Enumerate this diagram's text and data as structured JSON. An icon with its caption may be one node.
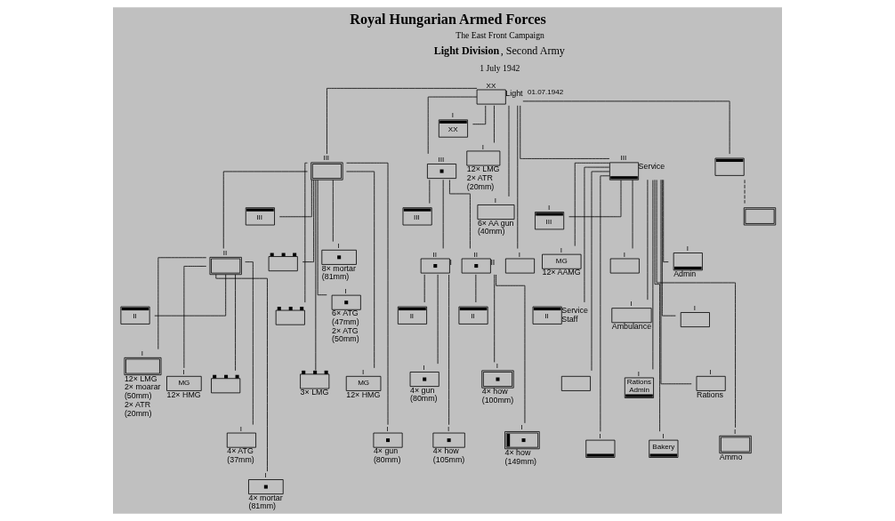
{
  "diagram": {
    "title": "Royal Hungarian Armed Forces",
    "nodes": [
      {
        "text": [
          "XX"
        ],
        "beside": [
          "Light"
        ]
      },
      {
        "text": [
          "I",
          "XX"
        ]
      },
      {
        "text": [
          "III"
        ]
      },
      {
        "text": [
          "III"
        ]
      },
      {
        "text": [
          "I"
        ],
        "beside": [
          "12× LMG 2× ATR (20mm)"
        ]
      },
      {
        "text": [
          "I"
        ],
        "beside": [
          "6× AA gun (40mm)"
        ]
      },
      {
        "text": [
          "I"
        ]
      },
      {
        "text": [
          "III"
        ],
        "beside": [
          "Service"
        ]
      },
      {
        "text": [],
        "shape": "box"
      },
      {
        "text": [],
        "shape": "box"
      },
      {
        "text": [
          "III"
        ]
      },
      {
        "text": [
          "II"
        ]
      },
      {
        "text": [],
        "shape": "box"
      },
      {
        "text": [],
        "shape": "box"
      },
      {
        "text": [],
        "shape": "box",
        "beside": [
          "3× LMG"
        ]
      },
      {
        "text": [
          "I"
        ],
        "beside": [
          "8× mortar (81mm)"
        ]
      },
      {
        "text": [
          "I"
        ],
        "beside": [
          "6× ATG (47mm) 2× ATG (50mm)"
        ]
      },
      {
        "text": [
          "I",
          "MG"
        ],
        "beside": [
          "12× HMG"
        ]
      },
      {
        "text": [
          "I"
        ],
        "beside": [
          "4× gun (80mm)"
        ]
      },
      {
        "text": [
          "II"
        ]
      },
      {
        "text": [
          "I"
        ],
        "beside": [
          "12× LMG 2× moarar (50mm) 2× ATR (20mm)"
        ]
      },
      {
        "text": [
          "I",
          "MG"
        ],
        "beside": [
          "12× HMG"
        ]
      },
      {
        "text": [],
        "shape": "box"
      },
      {
        "text": [
          "I"
        ],
        "beside": [
          "4× ATG (37mm)"
        ]
      },
      {
        "text": [
          "I"
        ],
        "beside": [
          "4× mortar (81mm)"
        ]
      },
      {
        "text": [
          "III"
        ]
      },
      {
        "text": [
          "II"
        ],
        "beside": [
          "I"
        ]
      },
      {
        "text": [
          "II"
        ],
        "beside": [
          "II"
        ]
      },
      {
        "text": [
          "II"
        ]
      },
      {
        "text": [
          "I"
        ],
        "beside": [
          "4× gun (80mm)"
        ]
      },
      {
        "text": [
          "I"
        ],
        "beside": [
          "4× how (105mm)"
        ]
      },
      {
        "text": [
          "II"
        ]
      },
      {
        "text": [
          "I"
        ],
        "beside": [
          "4× how (100mm)"
        ]
      },
      {
        "text": [
          "I"
        ],
        "beside": [
          "4× how (149mm)"
        ]
      },
      {
        "text": [
          "I",
          "III"
        ]
      },
      {
        "text": [
          "I",
          "MG"
        ],
        "beside": [
          "12× AAMG"
        ]
      },
      {
        "text": [
          "II"
        ],
        "beside": [
          "Service Staff"
        ]
      },
      {
        "text": [],
        "shape": "box"
      },
      {
        "text": [
          "I"
        ]
      },
      {
        "text": [
          "I"
        ]
      },
      {
        "text": [
          "I"
        ],
        "beside": [
          "Ambulance"
        ]
      },
      {
        "text": [
          "I",
          "Rations Admin"
        ]
      },
      {
        "text": [
          "I",
          "Bakery"
        ]
      },
      {
        "text": [
          "I"
        ],
        "beside": [
          "Admin"
        ]
      },
      {
        "text": [
          "I"
        ]
      },
      {
        "text": [
          "I"
        ],
        "beside": [
          "Rations"
        ]
      },
      {
        "text": [
          "I"
        ],
        "beside": [
          "Ammo"
        ]
      }
    ],
    "edges": [
      {
        "from": 0,
        "to": 1,
        "arrow": "none"
      },
      {
        "from": 0,
        "to": 2,
        "arrow": "none"
      },
      {
        "from": 0,
        "to": 3,
        "arrow": "none"
      },
      {
        "from": 0,
        "to": 4,
        "arrow": "none"
      },
      {
        "from": 0,
        "to": 5,
        "arrow": "none"
      },
      {
        "from": 0,
        "to": 6,
        "arrow": "none"
      },
      {
        "from": 0,
        "to": 7,
        "arrow": "none"
      },
      {
        "from": 0,
        "to": 8,
        "arrow": "none"
      },
      {
        "from": 8,
        "to": 9,
        "arrow": "none",
        "style": "dashed"
      },
      {
        "from": 2,
        "to": 10,
        "arrow": "none"
      },
      {
        "from": 2,
        "to": 11,
        "arrow": "none"
      },
      {
        "from": 2,
        "to": 12,
        "arrow": "none"
      },
      {
        "from": 2,
        "to": 13,
        "arrow": "none"
      },
      {
        "from": 2,
        "to": 14,
        "arrow": "none"
      },
      {
        "from": 2,
        "to": 15,
        "arrow": "none"
      },
      {
        "from": 2,
        "to": 16,
        "arrow": "none"
      },
      {
        "from": 2,
        "to": 17,
        "arrow": "none"
      },
      {
        "from": 2,
        "to": 18,
        "arrow": "none"
      },
      {
        "from": 11,
        "to": 19,
        "arrow": "none"
      },
      {
        "from": 11,
        "to": 20,
        "arrow": "none"
      },
      {
        "from": 11,
        "to": 21,
        "arrow": "none"
      },
      {
        "from": 11,
        "to": 22,
        "arrow": "none"
      },
      {
        "from": 11,
        "to": 23,
        "arrow": "none"
      },
      {
        "from": 11,
        "to": 24,
        "arrow": "none"
      },
      {
        "from": 3,
        "to": 25,
        "arrow": "none"
      },
      {
        "from": 3,
        "to": 26,
        "arrow": "none"
      },
      {
        "from": 3,
        "to": 27,
        "arrow": "none"
      },
      {
        "from": 26,
        "to": 28,
        "arrow": "none"
      },
      {
        "from": 26,
        "to": 29,
        "arrow": "none"
      },
      {
        "from": 26,
        "to": 30,
        "arrow": "none"
      },
      {
        "from": 27,
        "to": 31,
        "arrow": "none"
      },
      {
        "from": 27,
        "to": 32,
        "arrow": "none"
      },
      {
        "from": 27,
        "to": 33,
        "arrow": "none"
      },
      {
        "from": 7,
        "to": 34,
        "arrow": "none"
      },
      {
        "from": 7,
        "to": 35,
        "arrow": "none"
      },
      {
        "from": 7,
        "to": 36,
        "arrow": "none"
      },
      {
        "from": 7,
        "to": 37,
        "arrow": "none"
      },
      {
        "from": 7,
        "to": 38,
        "arrow": "none"
      },
      {
        "from": 7,
        "to": 39,
        "arrow": "none"
      },
      {
        "from": 7,
        "to": 40,
        "arrow": "none"
      },
      {
        "from": 7,
        "to": 41,
        "arrow": "none"
      },
      {
        "from": 7,
        "to": 42,
        "arrow": "none"
      },
      {
        "from": 7,
        "to": 43,
        "arrow": "none"
      },
      {
        "from": 7,
        "to": 44,
        "arrow": "none"
      },
      {
        "from": 7,
        "to": 45,
        "arrow": "none"
      },
      {
        "from": 7,
        "to": 46,
        "arrow": "none"
      }
    ],
    "labels": [
      "The East Front Campaign",
      "**Light Division**, Second Army",
      "1 July 1942",
      "01.07.1942"
    ]
  }
}
